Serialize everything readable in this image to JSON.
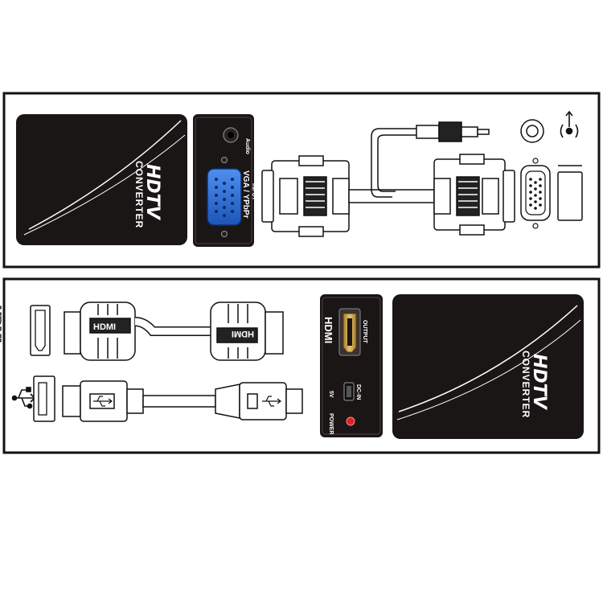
{
  "converter": {
    "brand_logo": "HDTV",
    "brand_text": "CONVERTER"
  },
  "input_panel": {
    "audio_label": "Audio",
    "vga_label": "VGA / YPbPr",
    "input_label": "INPUT"
  },
  "output_panel": {
    "hdmi_logo": "HDMI",
    "output_label": "OUTPUT",
    "dcin_label": "DC-IN",
    "voltage_label": "5V",
    "power_label": "POWER"
  },
  "cable": {
    "hdmi_plug_text": "HDMI",
    "usb_symbol": "usb-icon"
  },
  "icons": {
    "audio_jack": "audio-jack-icon",
    "audio_port": "audio-port-icon",
    "vga_port": "vga-port-icon",
    "hdmi_port": "hdmi-port-icon",
    "usb_port": "usb-port-icon"
  },
  "colors": {
    "device": "#1b1616",
    "vga_blue": "#2b6fd6",
    "power_led": "#e12020",
    "hdmi_gold": "#c8a04a",
    "frame": "#111111"
  }
}
